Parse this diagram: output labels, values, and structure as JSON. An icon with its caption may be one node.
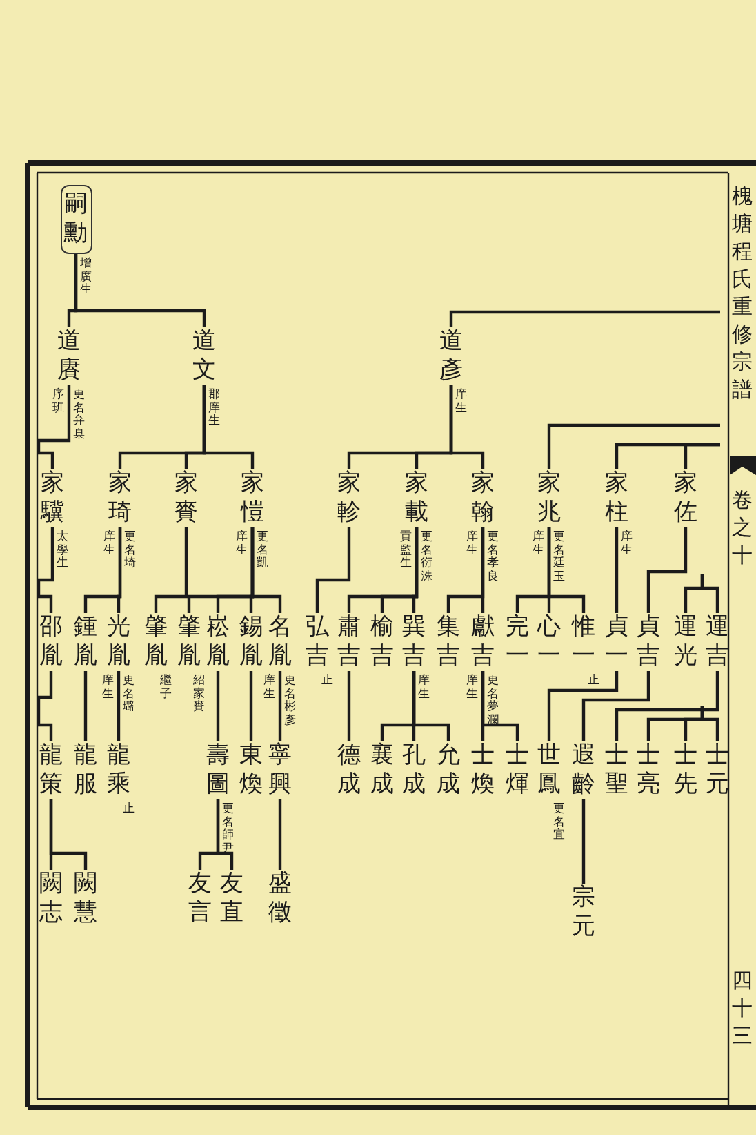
{
  "diagram": {
    "nodes": [
      {
        "text": [
          "嗣勳"
        ],
        "beside": [
          "增廣生"
        ]
      },
      {
        "text": [
          "道賡"
        ],
        "beside": [
          "序班",
          "更名弁臬"
        ]
      },
      {
        "text": [
          "道文"
        ],
        "beside": [
          "郡庠生"
        ]
      },
      {
        "text": [
          "道彥"
        ],
        "beside": [
          "庠生"
        ]
      },
      {
        "text": [
          "家驥"
        ],
        "beside": [
          "太學生"
        ]
      },
      {
        "text": [
          "家琦"
        ],
        "beside": [
          "庠生",
          "更名埼"
        ]
      },
      {
        "text": [
          "家賚"
        ]
      },
      {
        "text": [
          "家愷"
        ],
        "beside": [
          "庠生",
          "更名凱"
        ]
      },
      {
        "text": [
          "家軫"
        ]
      },
      {
        "text": [
          "家載"
        ],
        "beside": [
          "貢監生",
          "更名衍洙"
        ]
      },
      {
        "text": [
          "家翰"
        ],
        "beside": [
          "庠生",
          "更名孝良"
        ]
      },
      {
        "text": [
          "家兆"
        ],
        "beside": [
          "庠生",
          "更名廷玉"
        ]
      },
      {
        "text": [
          "家柱"
        ],
        "beside": [
          "庠生"
        ]
      },
      {
        "text": [
          "家佐"
        ]
      },
      {
        "text": [
          "邵胤"
        ]
      },
      {
        "text": [
          "鍾胤"
        ]
      },
      {
        "text": [
          "光胤"
        ],
        "beside": [
          "庠生",
          "更名璐"
        ]
      },
      {
        "text": [
          "肇胤"
        ],
        "beside": [
          "繼子"
        ]
      },
      {
        "text": [
          "肇胤"
        ],
        "beside": [
          "紹家賚"
        ]
      },
      {
        "text": [
          "崧胤"
        ]
      },
      {
        "text": [
          "錫胤"
        ]
      },
      {
        "text": [
          "名胤"
        ],
        "beside": [
          "庠生",
          "更名彬彥"
        ]
      },
      {
        "text": [
          "弘吉"
        ],
        "beside": [
          "止"
        ]
      },
      {
        "text": [
          "肅吉"
        ]
      },
      {
        "text": [
          "榆吉"
        ]
      },
      {
        "text": [
          "巽吉"
        ],
        "beside": [
          "庠生"
        ]
      },
      {
        "text": [
          "集吉"
        ]
      },
      {
        "text": [
          "獻吉"
        ],
        "beside": [
          "庠生",
          "更名夢瀾"
        ]
      },
      {
        "text": [
          "完一"
        ]
      },
      {
        "text": [
          "心一"
        ]
      },
      {
        "text": [
          "惟一"
        ],
        "beside": [
          "止"
        ]
      },
      {
        "text": [
          "貞一"
        ]
      },
      {
        "text": [
          "貞吉"
        ]
      },
      {
        "text": [
          "運光"
        ]
      },
      {
        "text": [
          "運吉"
        ]
      },
      {
        "text": [
          "龍策"
        ]
      },
      {
        "text": [
          "龍服"
        ]
      },
      {
        "text": [
          "龍乘"
        ],
        "beside": [
          "止"
        ]
      },
      {
        "text": [
          "壽圖"
        ],
        "beside": [
          "更名師尹"
        ]
      },
      {
        "text": [
          "東煥"
        ]
      },
      {
        "text": [
          "寧興"
        ]
      },
      {
        "text": [
          "德成"
        ]
      },
      {
        "text": [
          "襄成"
        ]
      },
      {
        "text": [
          "孔成"
        ]
      },
      {
        "text": [
          "允成"
        ]
      },
      {
        "text": [
          "士煥"
        ]
      },
      {
        "text": [
          "士煇"
        ]
      },
      {
        "text": [
          "世鳳"
        ],
        "beside": [
          "更名宜"
        ]
      },
      {
        "text": [
          "遐齡"
        ]
      },
      {
        "text": [
          "士聖"
        ]
      },
      {
        "text": [
          "士亮"
        ]
      },
      {
        "text": [
          "士先"
        ]
      },
      {
        "text": [
          "士元"
        ]
      },
      {
        "text": [
          "闕志"
        ]
      },
      {
        "text": [
          "闕慧"
        ]
      },
      {
        "text": [
          "友言"
        ]
      },
      {
        "text": [
          "友直"
        ]
      },
      {
        "text": [
          "盛徵"
        ]
      },
      {
        "text": [
          "宗元"
        ]
      }
    ],
    "edges": [
      {
        "from": 0,
        "to": 1,
        "arrow": "none"
      },
      {
        "from": 0,
        "to": 2,
        "arrow": "none"
      },
      {
        "from": null,
        "to": 3,
        "arrow": "none"
      },
      {
        "from": 1,
        "to": 4,
        "arrow": "none"
      },
      {
        "from": 2,
        "to": 5,
        "arrow": "none"
      },
      {
        "from": 2,
        "to": 6,
        "arrow": "none"
      },
      {
        "from": 2,
        "to": 7,
        "arrow": "none"
      },
      {
        "from": 3,
        "to": 8,
        "arrow": "none"
      },
      {
        "from": 3,
        "to": 9,
        "arrow": "none"
      },
      {
        "from": 3,
        "to": 10,
        "arrow": "none"
      },
      {
        "from": null,
        "to": 11,
        "arrow": "none"
      },
      {
        "from": null,
        "to": 12,
        "arrow": "none"
      },
      {
        "from": null,
        "to": 13,
        "arrow": "none"
      },
      {
        "from": 4,
        "to": 14,
        "arrow": "none"
      },
      {
        "from": 5,
        "to": 15,
        "arrow": "none"
      },
      {
        "from": 5,
        "to": 16,
        "arrow": "none"
      },
      {
        "from": 6,
        "to": 17,
        "arrow": "none"
      },
      {
        "from": 7,
        "to": 18,
        "arrow": "none"
      },
      {
        "from": 7,
        "to": 19,
        "arrow": "none"
      },
      {
        "from": 7,
        "to": 20,
        "arrow": "none"
      },
      {
        "from": 7,
        "to": 21,
        "arrow": "none"
      },
      {
        "from": 8,
        "to": 22,
        "arrow": "none"
      },
      {
        "from": 9,
        "to": 23,
        "arrow": "none"
      },
      {
        "from": 9,
        "to": 24,
        "arrow": "none"
      },
      {
        "from": 9,
        "to": 25,
        "arrow": "none"
      },
      {
        "from": 10,
        "to": 26,
        "arrow": "none"
      },
      {
        "from": 10,
        "to": 27,
        "arrow": "none"
      },
      {
        "from": 11,
        "to": 28,
        "arrow": "none"
      },
      {
        "from": 11,
        "to": 29,
        "arrow": "none"
      },
      {
        "from": 11,
        "to": 30,
        "arrow": "none"
      },
      {
        "from": 12,
        "to": 31,
        "arrow": "none"
      },
      {
        "from": 13,
        "to": 32,
        "arrow": "none"
      },
      {
        "from": null,
        "to": 33,
        "arrow": "none"
      },
      {
        "from": null,
        "to": 34,
        "arrow": "none"
      },
      {
        "from": 14,
        "to": 35,
        "arrow": "none"
      },
      {
        "from": 15,
        "to": 36,
        "arrow": "none"
      },
      {
        "from": 16,
        "to": 37,
        "arrow": "none"
      },
      {
        "from": 19,
        "to": 38,
        "arrow": "none"
      },
      {
        "from": 20,
        "to": 39,
        "arrow": "none"
      },
      {
        "from": 21,
        "to": 40,
        "arrow": "none"
      },
      {
        "from": 23,
        "to": 41,
        "arrow": "none"
      },
      {
        "from": 25,
        "to": 42,
        "arrow": "none"
      },
      {
        "from": 25,
        "to": 43,
        "arrow": "none"
      },
      {
        "from": 25,
        "to": 44,
        "arrow": "none"
      },
      {
        "from": 27,
        "to": 45,
        "arrow": "none"
      },
      {
        "from": 27,
        "to": 46,
        "arrow": "none"
      },
      {
        "from": 31,
        "to": 47,
        "arrow": "none"
      },
      {
        "from": 32,
        "to": 48,
        "arrow": "none"
      },
      {
        "from": 34,
        "to": 49,
        "arrow": "none"
      },
      {
        "from": null,
        "to": 50,
        "arrow": "none"
      },
      {
        "from": null,
        "to": 51,
        "arrow": "none"
      },
      {
        "from": null,
        "to": 52,
        "arrow": "none"
      },
      {
        "from": 35,
        "to": 53,
        "arrow": "none"
      },
      {
        "from": 35,
        "to": 54,
        "arrow": "none"
      },
      {
        "from": 38,
        "to": 55,
        "arrow": "none"
      },
      {
        "from": 38,
        "to": 56,
        "arrow": "none"
      },
      {
        "from": 40,
        "to": 57,
        "arrow": "none"
      },
      {
        "from": 48,
        "to": 58,
        "arrow": "none"
      }
    ],
    "labels": [
      "槐塘程氏重修宗譜",
      "卷之十",
      "四十三"
    ]
  }
}
